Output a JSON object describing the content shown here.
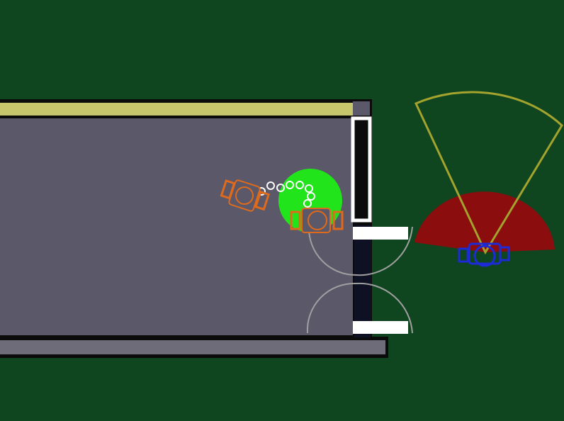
{
  "colors": {
    "grass": "#0f4620",
    "floor": "#5a5869",
    "outline": "#0b0b0b",
    "yellow_strip": "#c8c66d",
    "lower_ledge": "#6d6c78",
    "door_frame": "#ffffff",
    "player": "#e06a1c",
    "target": "#22e41b",
    "chain": "#ffffff",
    "guard": "#1d2bd6",
    "vision_cone": "#8c0d0d",
    "vision_outer": "#a3a32e"
  },
  "entities": {
    "guard": {
      "facing": "up",
      "state": "patrolling"
    },
    "player_1": {
      "state": "dragging"
    },
    "player_2": {
      "state": "carrying"
    },
    "target": {
      "state": "captured"
    }
  }
}
